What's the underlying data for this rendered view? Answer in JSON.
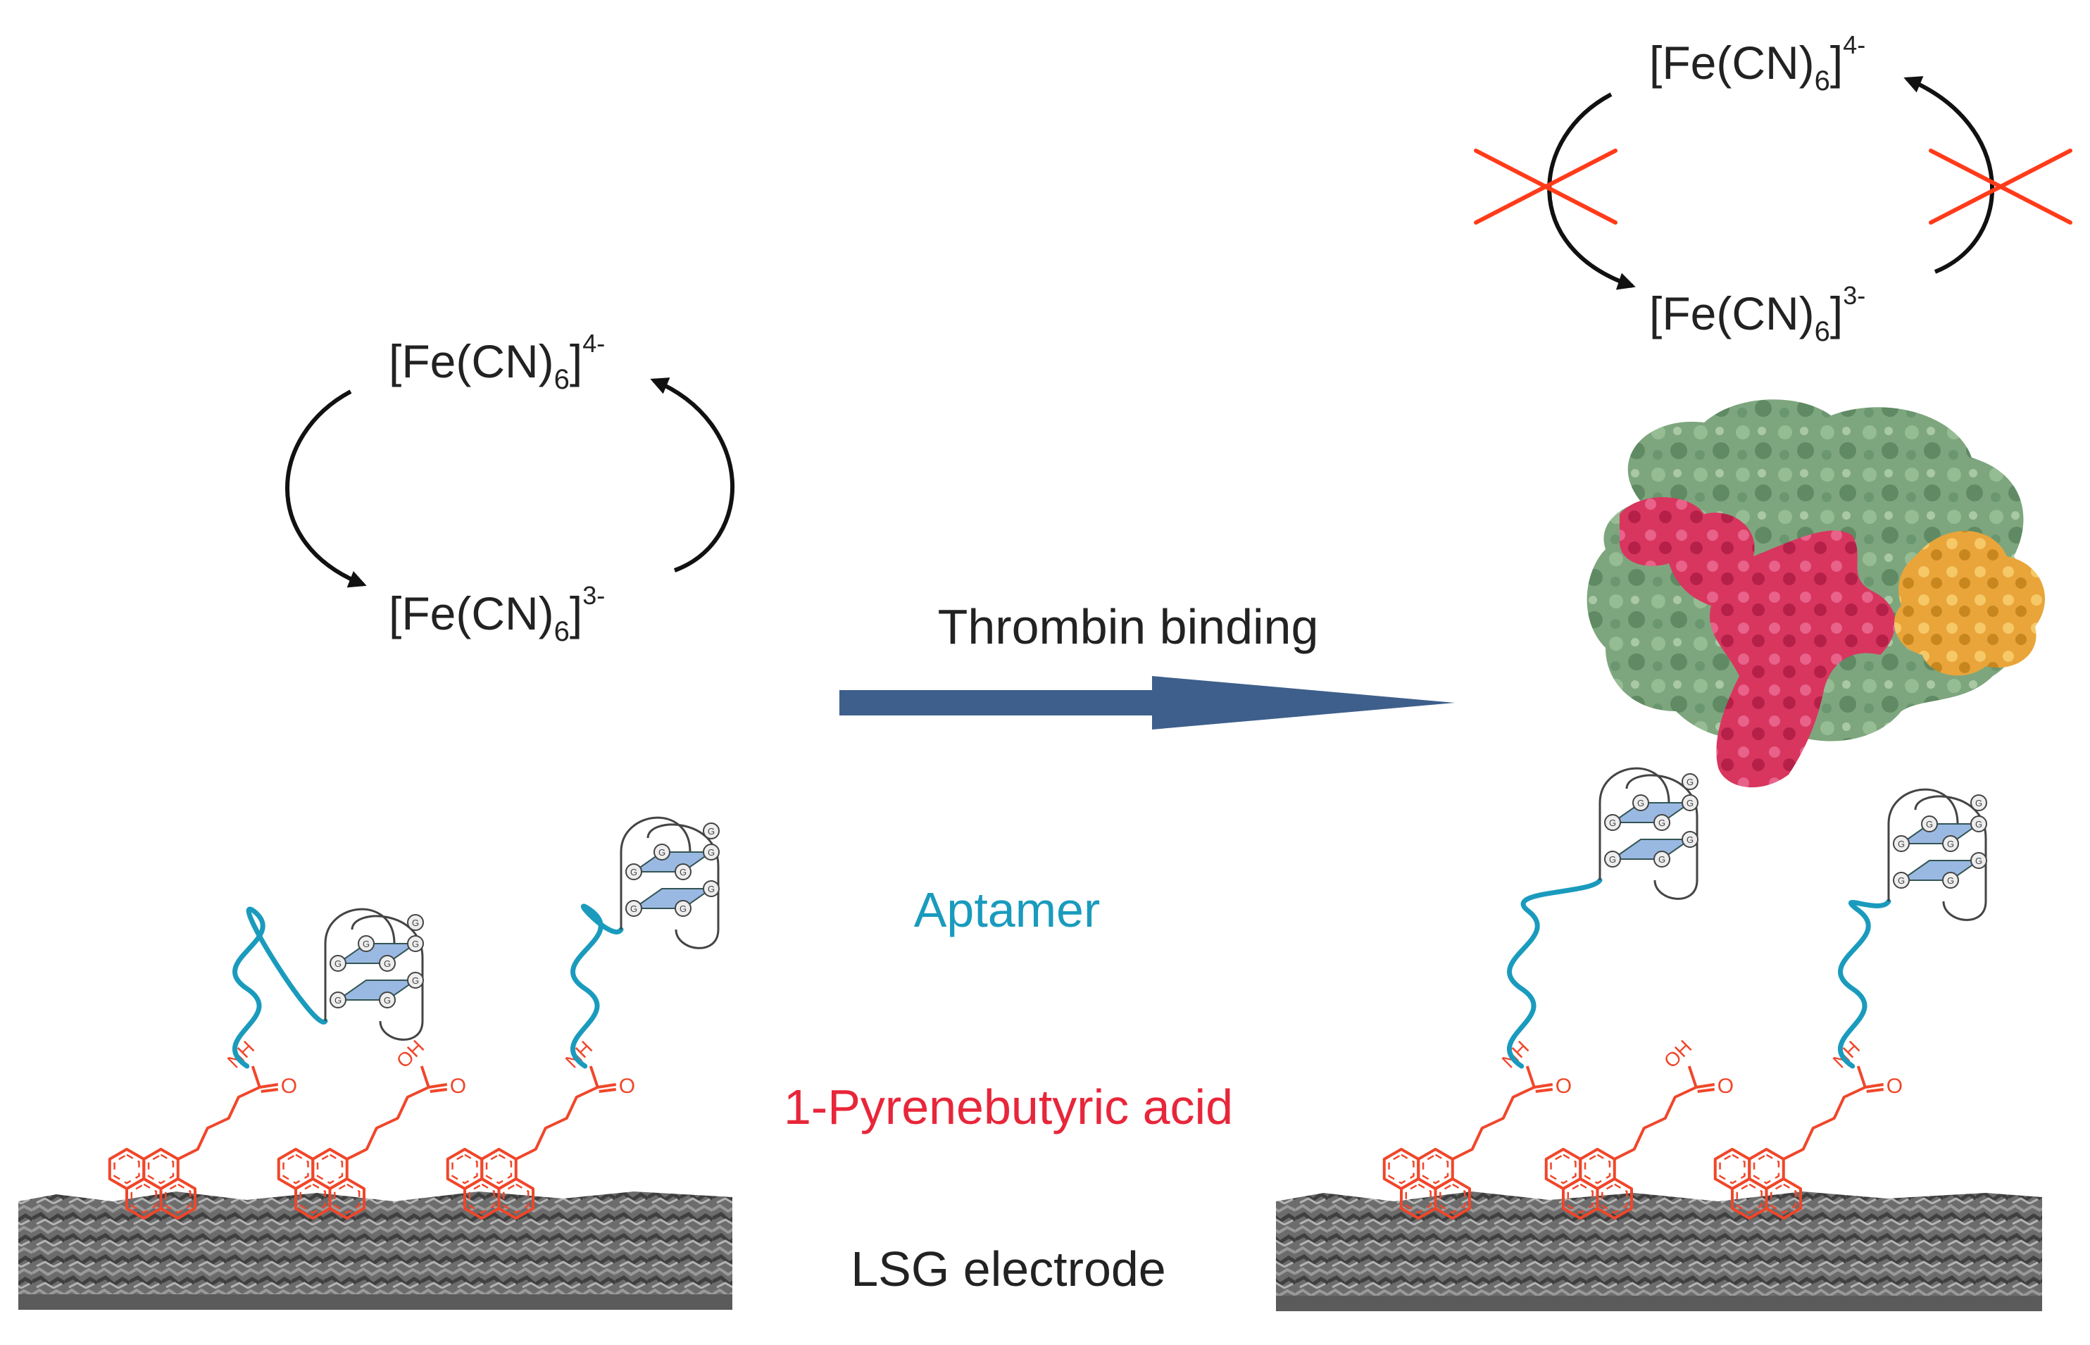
{
  "redox": {
    "base": "[Fe(CN)",
    "sub": "6",
    "close": "]",
    "charge_ox": "4-",
    "charge_red": "3-"
  },
  "arrow_label": "Thrombin binding",
  "legend": {
    "aptamer": "Aptamer",
    "linker": "1-Pyrenebutyric acid",
    "electrode": "LSG electrode"
  },
  "chem_labels": {
    "amide_n": "NH",
    "carbonyl_o": "O",
    "acid_oh": "OH",
    "g_base": "G"
  },
  "colors": {
    "text": "#222222",
    "aptamer": "#1a9bbd",
    "linker": "#f0462a",
    "linker_label": "#e8263a",
    "main_arrow": "#3e5f8c",
    "block_arrow": "#ff3b1a",
    "quad_plane": "#6f9bd6",
    "protein_green": "#7ea67e",
    "protein_pink": "#d8365f",
    "protein_orange": "#e9a53a"
  }
}
